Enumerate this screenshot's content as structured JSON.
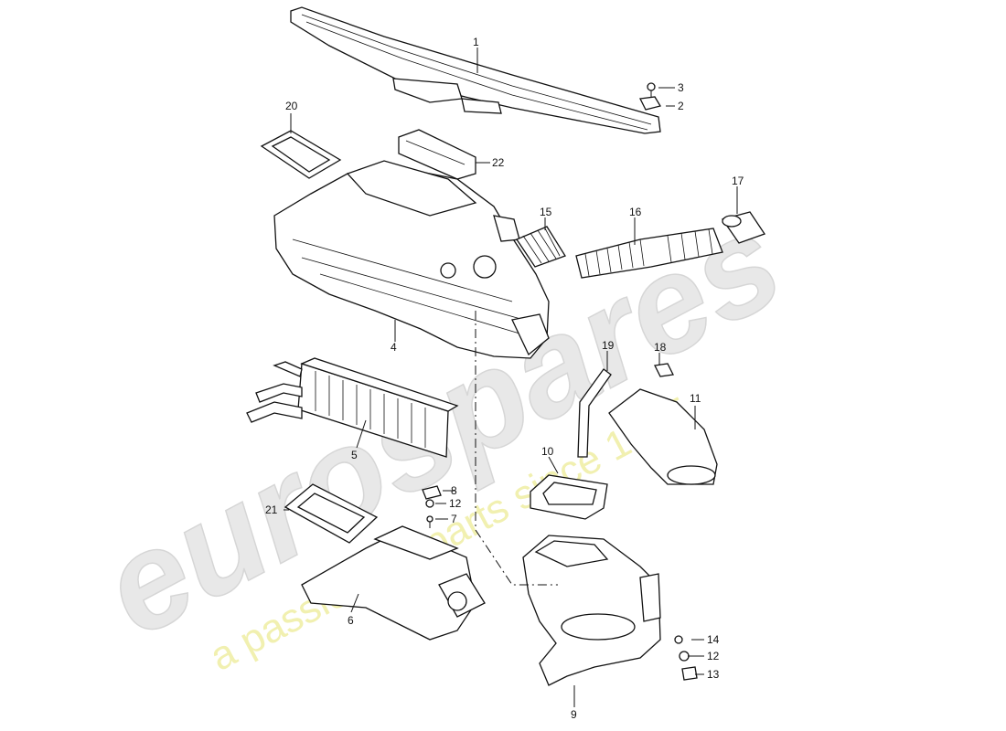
{
  "watermark": {
    "brand": "eurospares",
    "tagline": "a passion for parts since 1985"
  },
  "callouts": [
    {
      "key": "c1",
      "label": "1"
    },
    {
      "key": "c2",
      "label": "2"
    },
    {
      "key": "c3",
      "label": "3"
    },
    {
      "key": "c4",
      "label": "4"
    },
    {
      "key": "c5",
      "label": "5"
    },
    {
      "key": "c6",
      "label": "6"
    },
    {
      "key": "c7",
      "label": "7"
    },
    {
      "key": "c8",
      "label": "8"
    },
    {
      "key": "c9",
      "label": "9"
    },
    {
      "key": "c10",
      "label": "10"
    },
    {
      "key": "c11",
      "label": "11"
    },
    {
      "key": "c12a",
      "label": "12"
    },
    {
      "key": "c12b",
      "label": "12"
    },
    {
      "key": "c13",
      "label": "13"
    },
    {
      "key": "c14",
      "label": "14"
    },
    {
      "key": "c15",
      "label": "15"
    },
    {
      "key": "c16",
      "label": "16"
    },
    {
      "key": "c17",
      "label": "17"
    },
    {
      "key": "c18",
      "label": "18"
    },
    {
      "key": "c19",
      "label": "19"
    },
    {
      "key": "c20",
      "label": "20"
    },
    {
      "key": "c21",
      "label": "21"
    },
    {
      "key": "c22",
      "label": "22"
    }
  ]
}
